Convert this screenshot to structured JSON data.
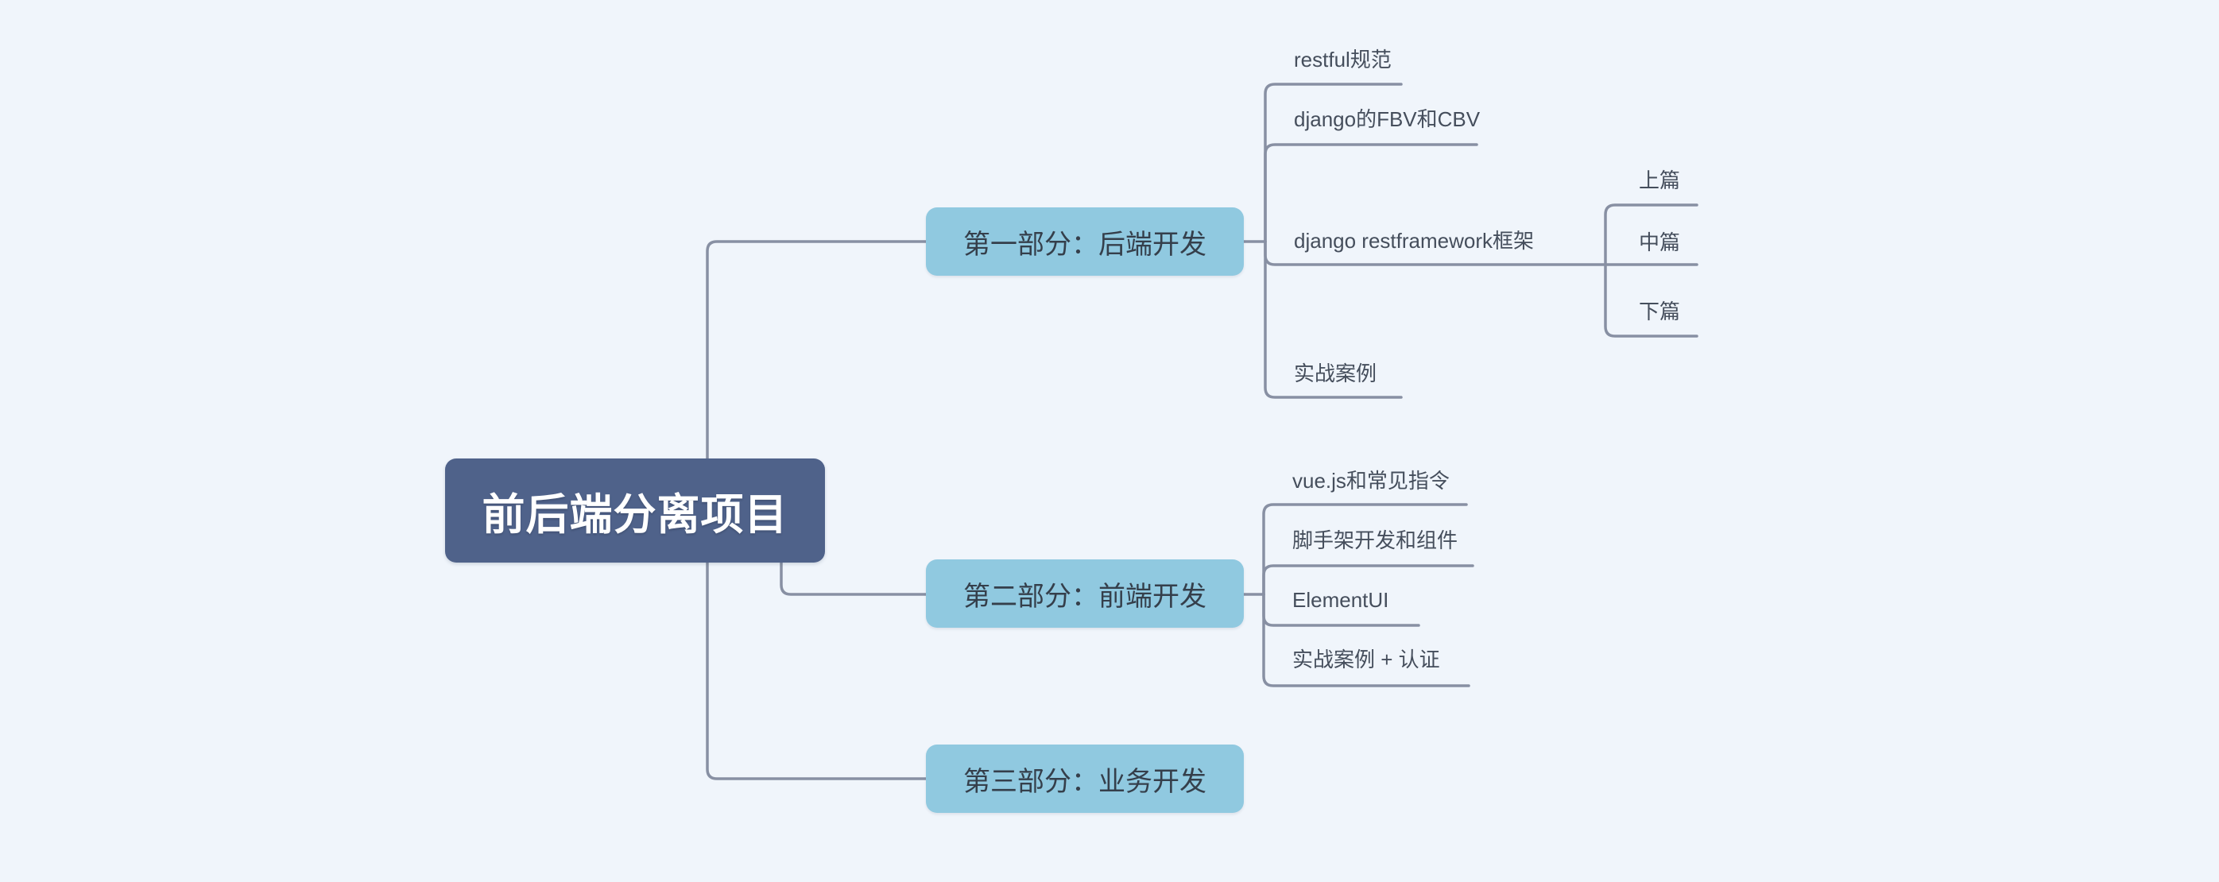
{
  "canvas": {
    "background_color": "#f0f5fb",
    "connector_color": "#8890a3"
  },
  "root": {
    "label": "前后端分离项目",
    "fill": "#4f628a",
    "text_color": "#ffffff"
  },
  "branches": [
    {
      "label": "第一部分：后端开发",
      "fill": "#90c9e0",
      "text_color": "#353f4b",
      "children": [
        {
          "label": "restful规范"
        },
        {
          "label": "django的FBV和CBV"
        },
        {
          "label": "django restframework框架",
          "children": [
            {
              "label": "上篇"
            },
            {
              "label": "中篇"
            },
            {
              "label": "下篇"
            }
          ]
        },
        {
          "label": "实战案例"
        }
      ]
    },
    {
      "label": "第二部分：前端开发",
      "fill": "#90c9e0",
      "text_color": "#353f4b",
      "children": [
        {
          "label": "vue.js和常见指令"
        },
        {
          "label": "脚手架开发和组件"
        },
        {
          "label": "ElementUI"
        },
        {
          "label": "实战案例 + 认证"
        }
      ]
    },
    {
      "label": "第三部分：业务开发",
      "fill": "#90c9e0",
      "text_color": "#353f4b",
      "children": []
    }
  ]
}
